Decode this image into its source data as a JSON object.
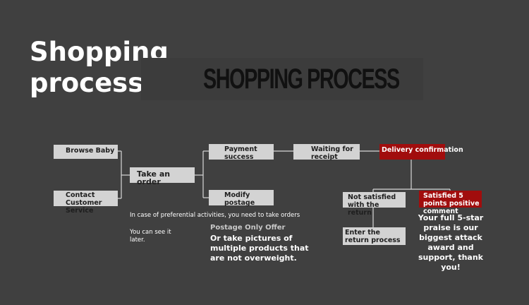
{
  "heading": "Shopping process",
  "banner": "SHOPPING PROCESS",
  "nodes": {
    "browse_baby": "Browse Baby",
    "contact_service": "Contact Customer Service",
    "take_order": "Take an order",
    "payment_success": "Payment success",
    "modify_postage": "Modify postage",
    "waiting_receipt": "Waiting for receipt",
    "delivery_confirmation": "Delivery confirmation",
    "not_satisfied": "Not satisfied with the return",
    "satisfied": "Satisfied 5 points positive comment",
    "enter_return": "Enter the return process"
  },
  "notes": {
    "preferential": "In case of preferential activities, you need to take orders",
    "see_later": "You can see it later.",
    "postage_offer": "Postage Only Offer",
    "pictures": "Or take pictures of multiple products that are not overweight.",
    "praise": "Your full 5-star praise is our biggest attack award and support, thank you!"
  },
  "colors": {
    "background": "#404040",
    "node": "#d3d3d3",
    "highlight": "#a10d0d",
    "line": "#d8d8d8"
  }
}
